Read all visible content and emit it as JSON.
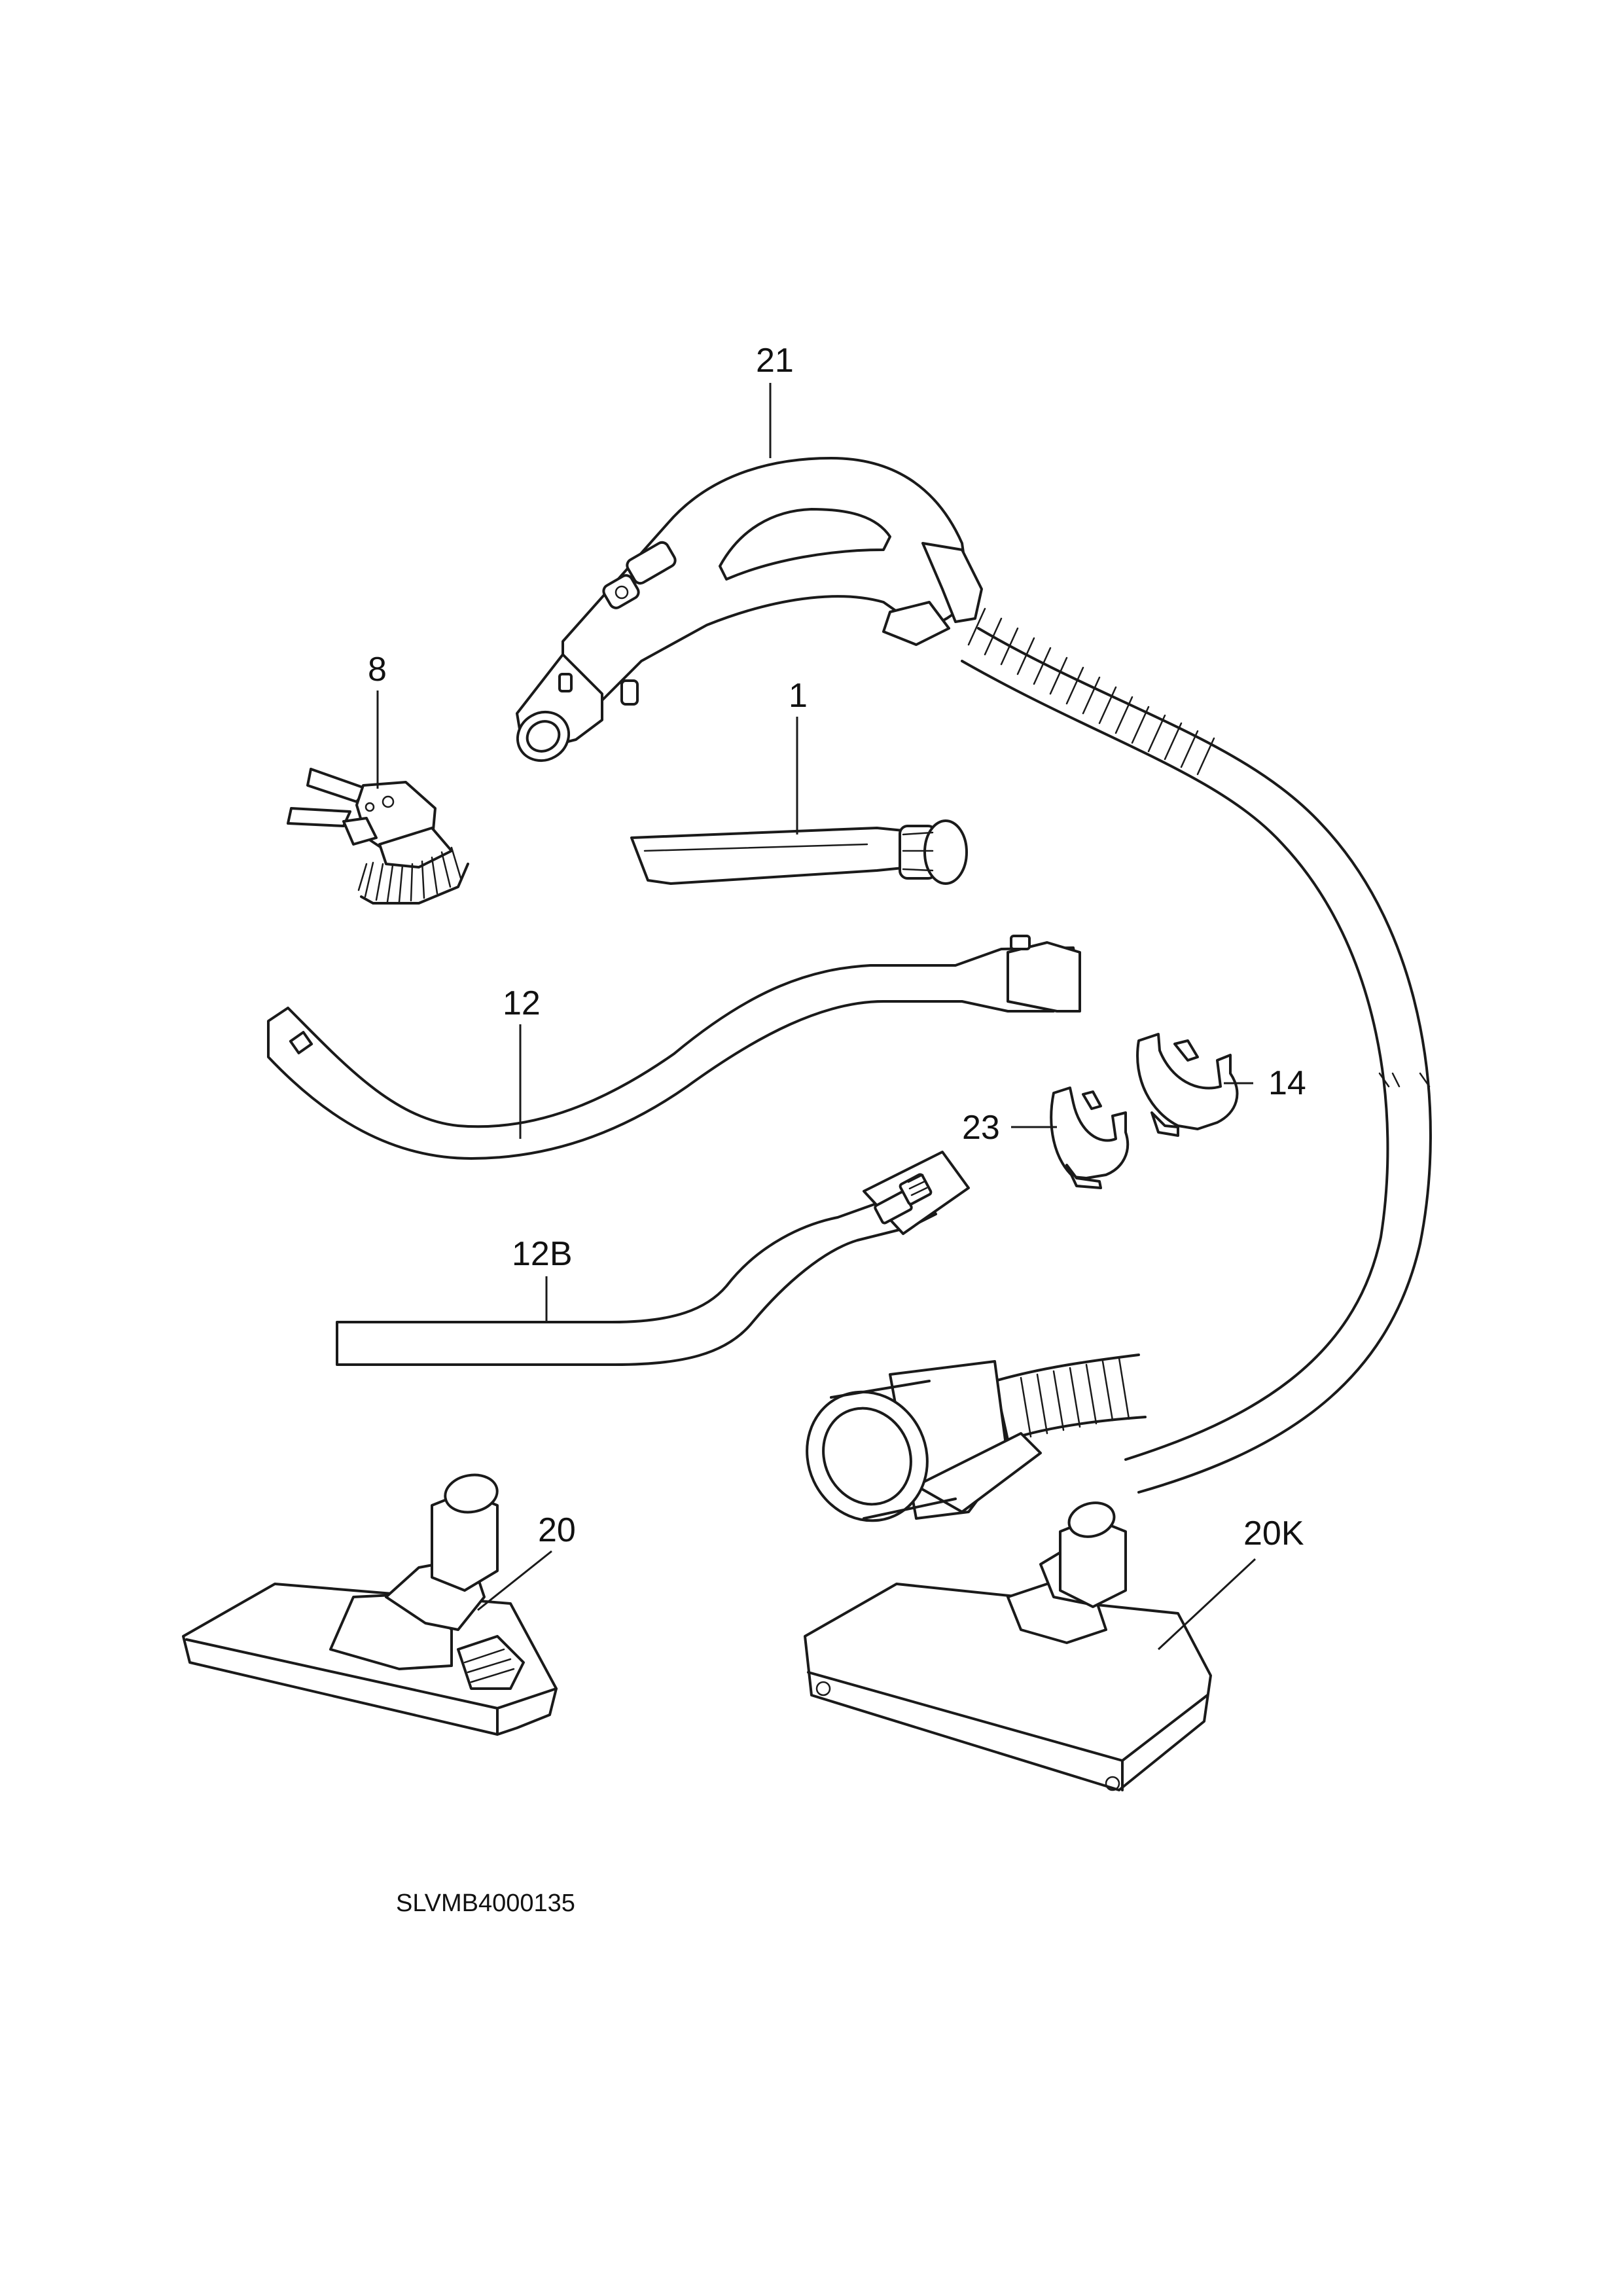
{
  "parts": {
    "p21": "21",
    "p8": "8",
    "p1": "1",
    "p12": "12",
    "p14": "14",
    "p23": "23",
    "p12b": "12B",
    "p20": "20",
    "p20k": "20K"
  },
  "drawing_code": "SLVMB4000135",
  "colors": {
    "line": "#1a1a1a",
    "background": "#ffffff"
  }
}
